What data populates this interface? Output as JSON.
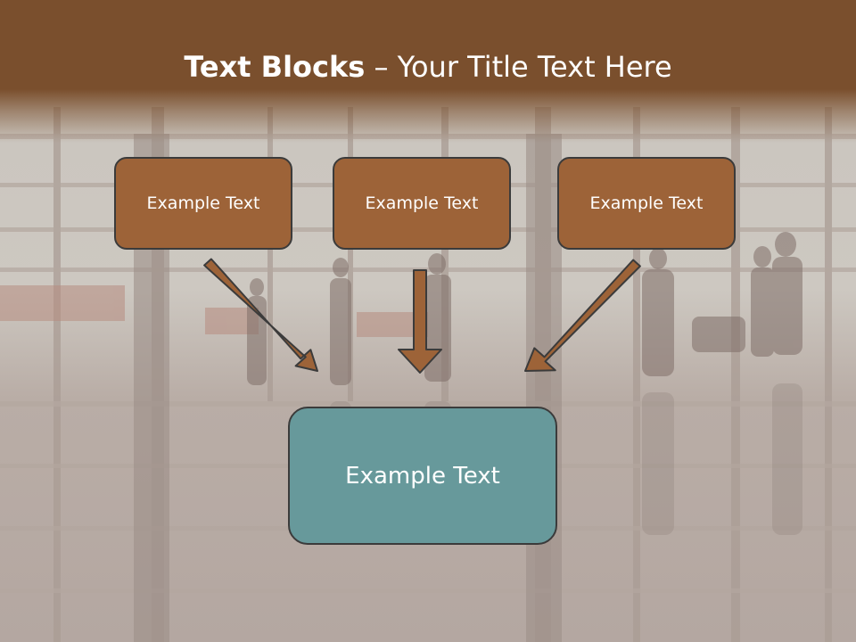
{
  "title": {
    "bold": "Text Blocks",
    "rest": " – Your Title Text Here"
  },
  "boxes": {
    "top": [
      "Example Text",
      "Example Text",
      "Example Text"
    ],
    "bottom": "Example Text"
  },
  "colors": {
    "header": "#7a4f2d",
    "top_box": "#9d6338",
    "bottom_box": "#67999b",
    "arrow": "#9d6338",
    "box_border": "#3b3b3b"
  }
}
